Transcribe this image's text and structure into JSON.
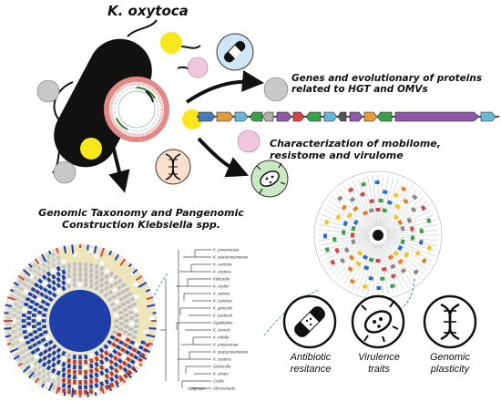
{
  "labels": {
    "organism": "K. oxytoca",
    "genes_hgt": "Genes and evolutionary of proteins related to HGT and OMVs",
    "mobilome": "Characterization of mobilome, resistome and virulome",
    "taxonomy": "Genomic Taxonomy and Pangenomic Construction Klebsiella spp."
  },
  "captions": {
    "antibiotic": [
      "Antibiotic",
      "resitance"
    ],
    "virulence": [
      "Virulence",
      "traits"
    ],
    "plasticity": [
      "Genomic",
      "plasticity"
    ]
  },
  "tree_species": [
    {
      "name": "K. pneumoniae",
      "color": "#c0392b"
    },
    {
      "name": "K. quasipneumoniae",
      "color": "#c0392b"
    },
    {
      "name": "K. variicola",
      "color": "#2c4ea0"
    },
    {
      "name": "K. oxytoca",
      "color": "#2c4ea0"
    },
    {
      "name": "Klebsiella",
      "color": "#2c4ea0"
    },
    {
      "name": "K. oxyfan",
      "color": "#2c4ea0"
    },
    {
      "name": "K. varoba",
      "color": "#2c4ea0"
    },
    {
      "name": "K. curtiziae",
      "color": "#2c4ea0"
    },
    {
      "name": "K. grimontii",
      "color": "#2c7a4e"
    },
    {
      "name": "K. pasteurii",
      "color": "#333333"
    },
    {
      "name": "Ggodiuttine",
      "color": "#333333"
    },
    {
      "name": "K. stromis",
      "color": "#333333"
    },
    {
      "name": "K. milella",
      "color": "#333333"
    },
    {
      "name": "K. pneumonae",
      "color": "#2c4ea0"
    },
    {
      "name": "K. quasipneumoniae",
      "color": "#2c4ea0"
    },
    {
      "name": "K. oxytoca",
      "color": "#333333"
    },
    {
      "name": "Gleberella",
      "color": "#333333"
    },
    {
      "name": "K. olnary",
      "color": "#333333"
    },
    {
      "name": "Ccalla",
      "color": "#333333"
    },
    {
      "name": "Uberastraple",
      "color": "#333333"
    }
  ],
  "outgroup_label": "Outgroups",
  "colors": {
    "pink_ball": "#f3c6e0",
    "yellow_ball": "#f8e71c",
    "grey_ball": "#c8c8c8",
    "bandage_bg": "#cfe6f7",
    "dna_bg": "#fbe0cc",
    "bacteria_bg": "#c9e9c3",
    "ring_red": "#e2554b",
    "tree_blue": "#1f3fa8"
  },
  "icons": [
    "bacterium-icon",
    "bandage-icon",
    "dna-icon",
    "virus-icon",
    "arrow-icon"
  ]
}
